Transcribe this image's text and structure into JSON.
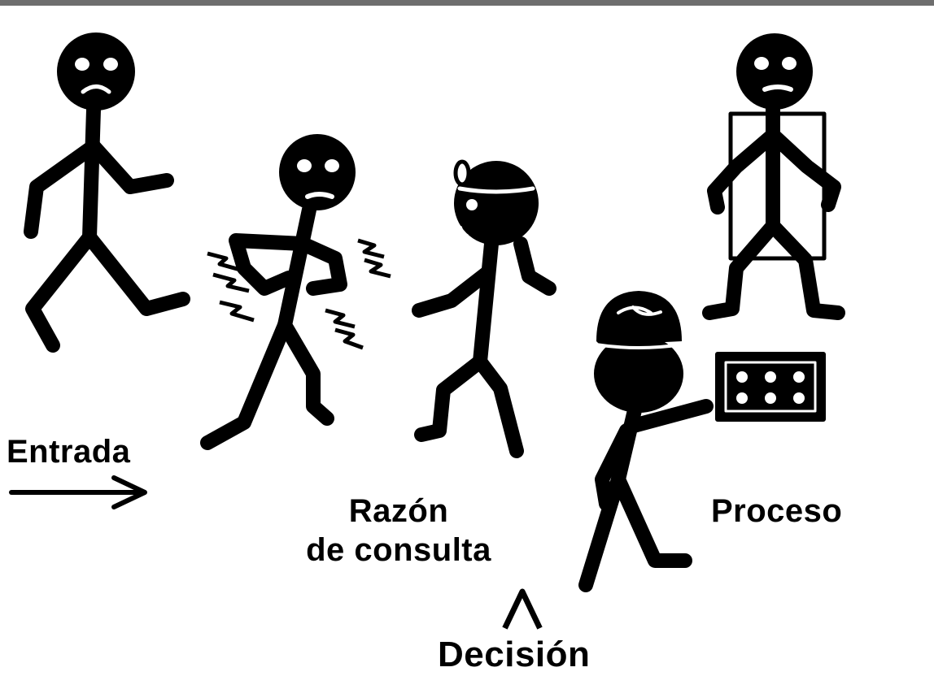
{
  "labels": {
    "entrada": "Entrada",
    "razon_line1": "Razón",
    "razon_line2": "de consulta",
    "proceso": "Proceso",
    "decision": "Decisión"
  },
  "colors": {
    "ink": "#000000",
    "paper": "#ffffff",
    "top_border": "#6e6e6e"
  },
  "figures": [
    "sad-walking-figure",
    "pain-figure",
    "doctor-figure",
    "brain-figure-with-pills",
    "figure-in-box"
  ]
}
